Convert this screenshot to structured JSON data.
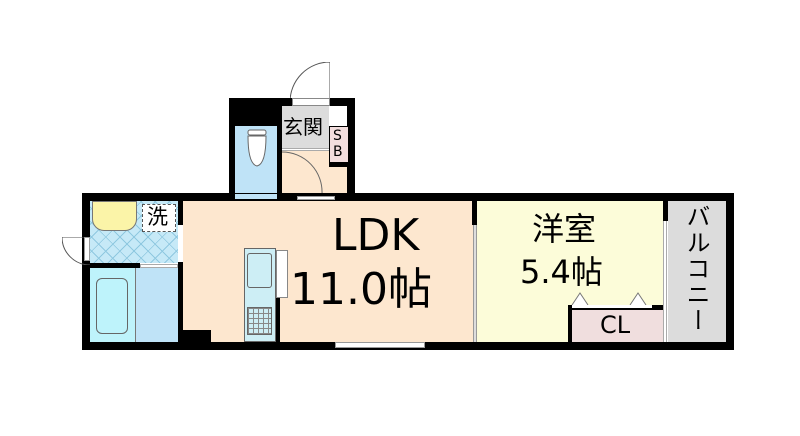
{
  "floor_plan": {
    "rooms": [
      {
        "id": "ldk",
        "name": "LDK",
        "size": "11.0帖",
        "color": "#fde7cf"
      },
      {
        "id": "western_room",
        "name": "洋室",
        "size": "5.4帖",
        "color": "#fcfcd9"
      },
      {
        "id": "entrance",
        "name": "玄関",
        "color": "#dcdcdc"
      },
      {
        "id": "shoe_box",
        "name_line1": "S",
        "name_line2": "B",
        "color": "#f3dede"
      },
      {
        "id": "toilet",
        "color": "#bfe3f7"
      },
      {
        "id": "washroom",
        "name": "洗",
        "color": "#c6e9f7"
      },
      {
        "id": "bathroom",
        "color": "#bfe3f7"
      },
      {
        "id": "closet",
        "name": "CL",
        "color": "#f0dede"
      },
      {
        "id": "balcony",
        "name": "バルコニー",
        "color": "#dcdcdc"
      }
    ],
    "fixtures": [
      "washbasin",
      "toilet-bowl",
      "bathtub",
      "kitchen-sink",
      "gas-stove",
      "entrance-door",
      "washroom-door"
    ],
    "wall_color": "#000000"
  }
}
